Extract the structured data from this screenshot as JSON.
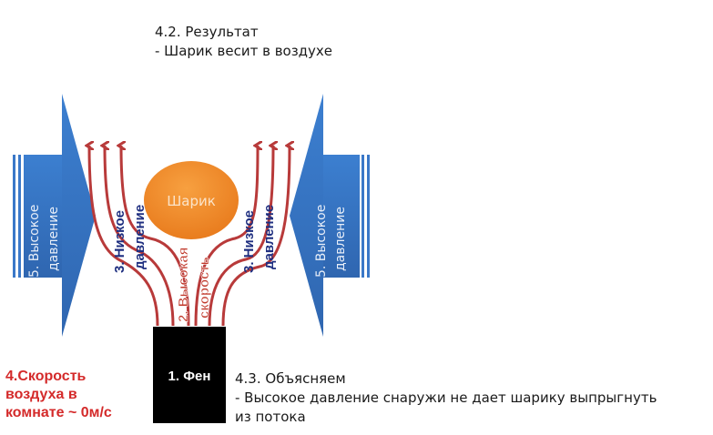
{
  "result": {
    "title": "4.2. Результат",
    "line": "- Шарик весит в воздухе"
  },
  "explain": {
    "title": "4.3. Объясняем",
    "line1": "- Высокое давление снаружи не дает шарику выпрыгнуть",
    "line2": "из потока"
  },
  "room_speed": {
    "line1": "4.Скорость",
    "line2": "воздуха в",
    "line3": "комнате ~ 0м/с"
  },
  "ball": {
    "label": "Шарик",
    "color": "#f0862a"
  },
  "fan": {
    "label": "1. Фен",
    "color": "#000000"
  },
  "high_speed": {
    "line1": "2. Высокая",
    "line2": "скорость"
  },
  "low_pressure": {
    "line1": "3. Низкое",
    "line2": "давление"
  },
  "high_pressure": {
    "line1": "5. Высокое",
    "line2": "давление",
    "color": "#3a78c8"
  },
  "flow_color": "#b83a3a"
}
